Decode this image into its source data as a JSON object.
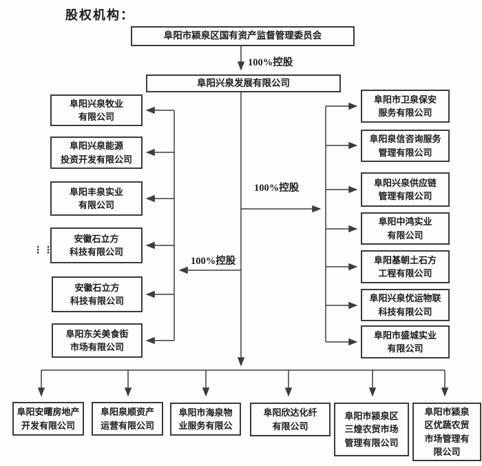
{
  "title": "股权机构：",
  "labels": {
    "root_control": "100%控股",
    "right_control": "100%控股",
    "left_control": "100%控股"
  },
  "root": {
    "name": "阜阳市颍泉区国有资产监督管理委员会"
  },
  "parent": {
    "name": "阜阳兴泉发展有限公司"
  },
  "left_column": [
    {
      "name": "阜阳兴泉牧业\n有限公司"
    },
    {
      "name": "阜阳兴泉能源\n投资开发有限公司"
    },
    {
      "name": "阜阳丰泉实业\n有限公司"
    },
    {
      "name": "安徽石立方\n科技有限公司"
    },
    {
      "name": "安徽石立方\n科技有限公司"
    },
    {
      "name": "阜阳东关美食街\n市场有限公司"
    }
  ],
  "right_column": [
    {
      "name": "阜阳市卫泉保安\n服务有限公司"
    },
    {
      "name": "阜阳泉信咨询服务\n管理有限公司"
    },
    {
      "name": "阜阳兴泉供应链\n管理有限公司"
    },
    {
      "name": "阜阳中鸿实业\n有限公司"
    },
    {
      "name": "阜阳基朝土石方\n工程有限公司"
    },
    {
      "name": "阜阳兴泉优运物联\n科技有限公司"
    },
    {
      "name": "阜阳市盛城实业\n有限公司"
    }
  ],
  "bottom_row": [
    {
      "name": "阜阳安曙房地产\n开发有限公司"
    },
    {
      "name": "阜阳泉顺资产\n运营有限公司"
    },
    {
      "name": "阜阳市海泉物\n业服务有限公"
    },
    {
      "name": "阜阳欣达化纤\n有限公司"
    },
    {
      "name": "阜阳市颍泉区\n三煌农贸市场\n管理有限公司"
    },
    {
      "name": "阜阳市颍泉\n区优蔬农贸\n市场管理有\n限公司"
    }
  ],
  "ellipsis": "⋮⋮"
}
